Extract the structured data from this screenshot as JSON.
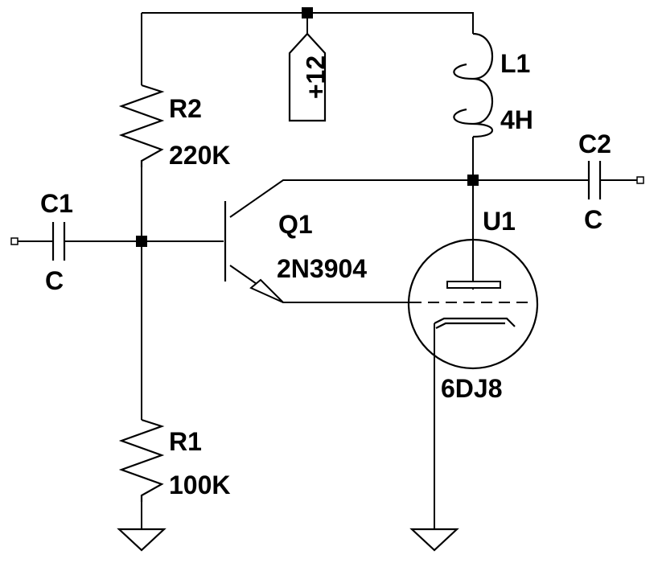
{
  "components": {
    "r2": {
      "ref": "R2",
      "value": "220K"
    },
    "r1": {
      "ref": "R1",
      "value": "100K"
    },
    "c1": {
      "ref": "C1",
      "value": "C"
    },
    "c2": {
      "ref": "C2",
      "value": "C"
    },
    "l1": {
      "ref": "L1",
      "value": "4H"
    },
    "q1": {
      "ref": "Q1",
      "value": "2N3904"
    },
    "u1": {
      "ref": "U1",
      "value": "6DJ8"
    }
  },
  "supply": {
    "label": "+12"
  }
}
